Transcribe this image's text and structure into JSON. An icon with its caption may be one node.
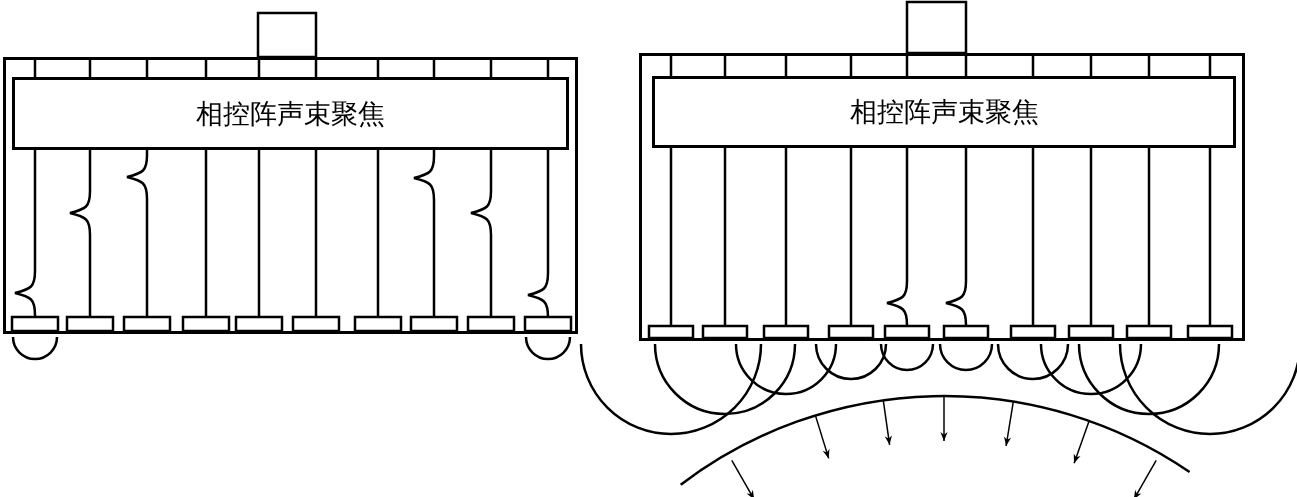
{
  "diagram": {
    "nodes": [
      {
        "text": [],
        "shape": "box"
      },
      {
        "text": [
          "相控阵声束聚焦"
        ],
        "in": 0
      },
      {
        "text": [],
        "shape": "box"
      },
      {
        "text": [
          "相控阵声束聚焦"
        ],
        "in": 2
      }
    ]
  }
}
